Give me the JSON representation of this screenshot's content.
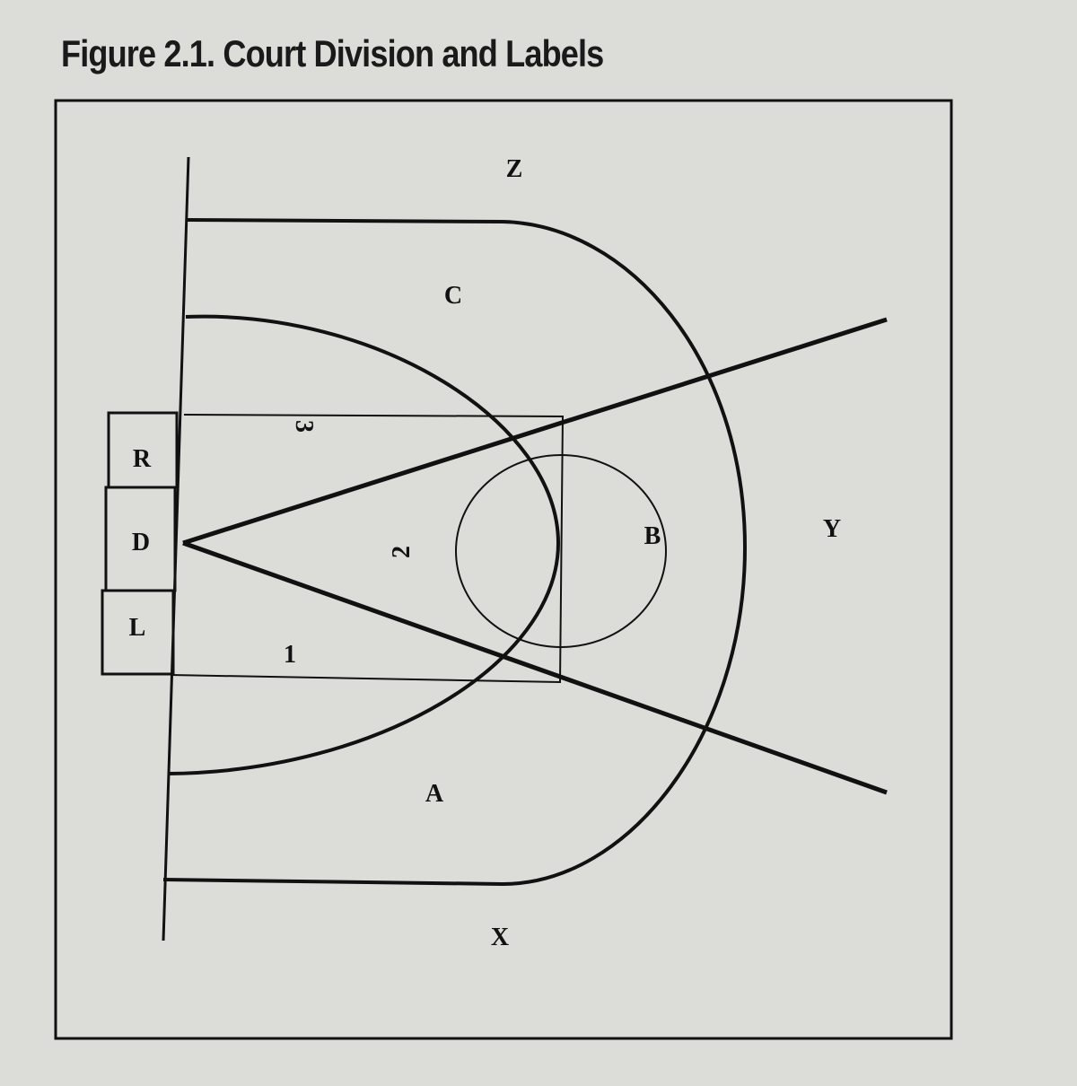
{
  "figure": {
    "title": "Figure 2.1. Court Division and Labels"
  },
  "court": {
    "zone_labels": {
      "z": "Z",
      "c": "C",
      "three": "3",
      "r": "R",
      "d": "D",
      "l": "L",
      "two": "2",
      "one": "1",
      "b": "B",
      "y": "Y",
      "a": "A",
      "x": "X"
    }
  },
  "colors": {
    "page_background": "#dcdcd8",
    "line": "#111111"
  }
}
